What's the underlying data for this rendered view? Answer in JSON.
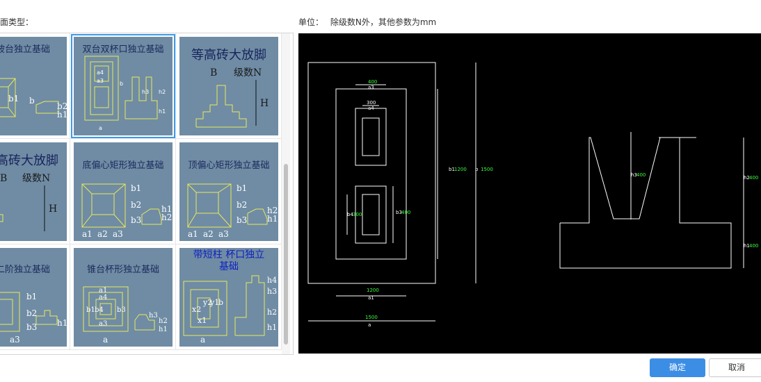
{
  "labels": {
    "section_type": "面类型：",
    "unit_prefix": "单位：",
    "unit_text": "除级数N外，其他参数为mm"
  },
  "thumbnails": [
    {
      "title": "坡台独立基础",
      "marks": [
        "b1",
        "b",
        "b2",
        "h1"
      ]
    },
    {
      "title": "双台双杯口独立基础",
      "marks": [
        "a",
        "b",
        "a3",
        "a4",
        "h1",
        "h2",
        "h3"
      ]
    },
    {
      "title": "等高砖大放脚",
      "marks": [
        "B",
        "级数N",
        "H"
      ]
    },
    {
      "title": "高砖大放脚",
      "marks": [
        "B",
        "级数N",
        "H"
      ]
    },
    {
      "title": "底偏心矩形独立基础",
      "marks": [
        "b1",
        "b2",
        "b3",
        "h1",
        "h2",
        "a1",
        "a2",
        "a3"
      ]
    },
    {
      "title": "顶偏心矩形独立基础",
      "marks": [
        "b1",
        "b2",
        "b3",
        "h2",
        "h1",
        "a1",
        "a2",
        "a3"
      ]
    },
    {
      "title": "二阶独立基础",
      "marks": [
        "b1",
        "b2",
        "b3",
        "h1",
        "a3"
      ]
    },
    {
      "title": "锥台杯形独立基础",
      "marks": [
        "a1",
        "a4",
        "b1",
        "b4",
        "b3",
        "a3",
        "h3",
        "h2",
        "h1",
        "a"
      ]
    },
    {
      "title": "带短柱 杯口独立基础",
      "marks": [
        "x2",
        "x1",
        "y2",
        "y1",
        "b",
        "h3",
        "h4",
        "h2",
        "h1",
        "a"
      ]
    }
  ],
  "preview_dims": {
    "top_width": "400",
    "top_width_label": "a3",
    "cup_width": "300",
    "cup_width_label": "a4",
    "b1_label": "b1",
    "b1_value": "1200",
    "b_label": "b",
    "b_value": "1500",
    "b4_label": "b4",
    "b4_value": "300",
    "b3_label": "b3",
    "b3_value": "400",
    "a1_value": "1200",
    "a1_label": "a1",
    "a_value": "1500",
    "a_label": "a",
    "h3_label": "h3",
    "h3_value": "400",
    "h2_label": "h2",
    "h2_value": "400",
    "h1_label": "h1",
    "h1_value": "400"
  },
  "buttons": {
    "ok": "确定",
    "cancel": "取消"
  }
}
